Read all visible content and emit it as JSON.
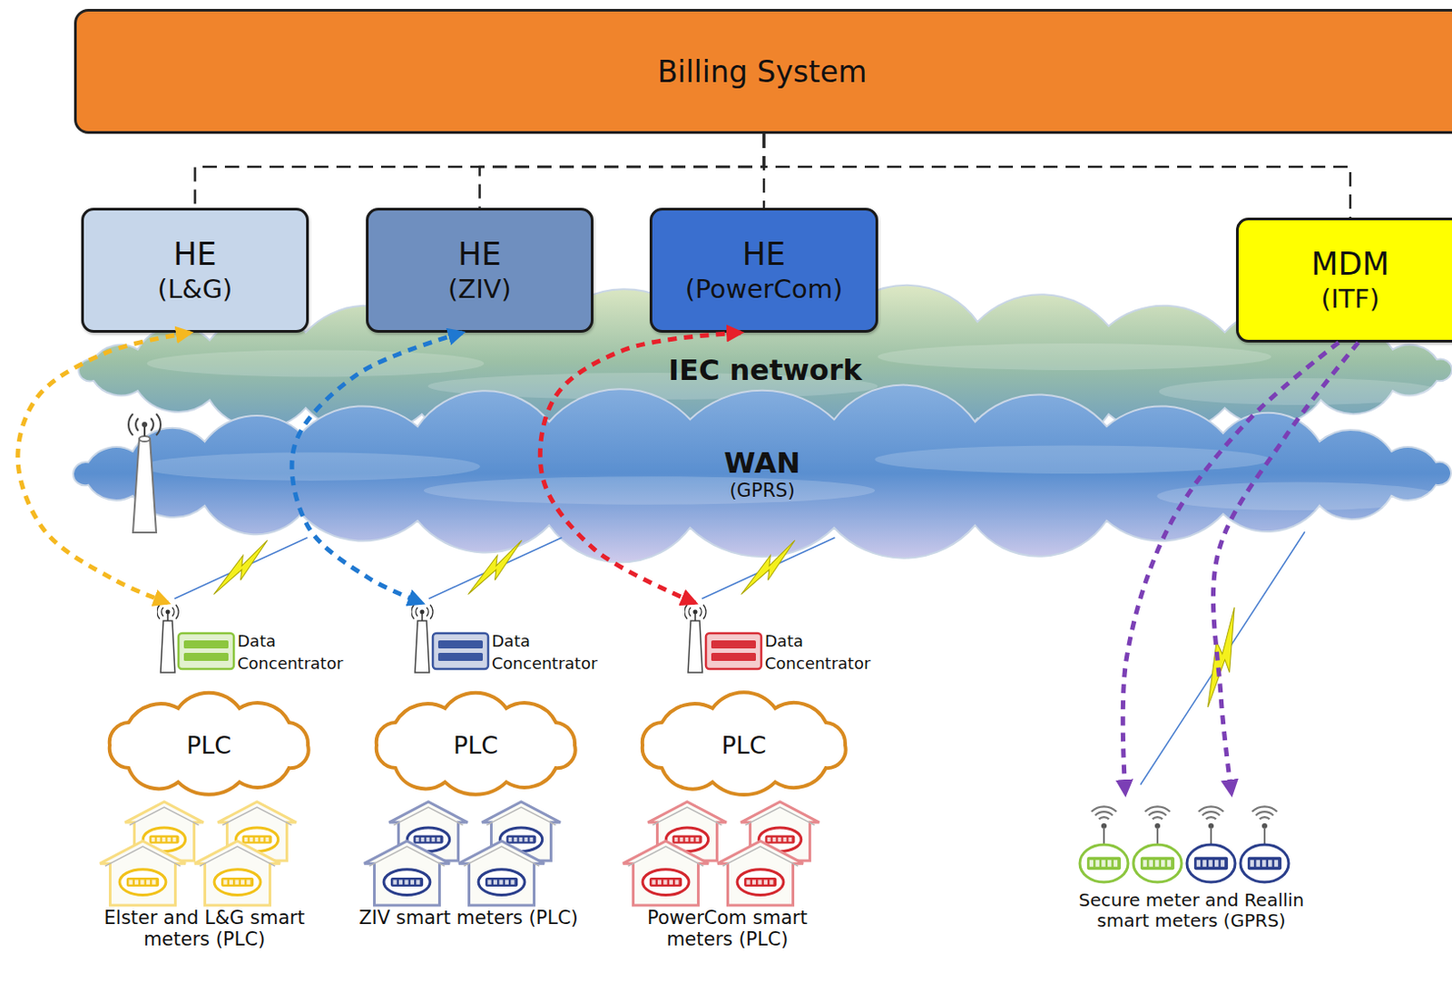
{
  "diagram": {
    "nodes": [
      {
        "text": [
          "Billing System"
        ]
      },
      {
        "text": [
          "HE",
          "(L&G)"
        ]
      },
      {
        "text": [
          "HE",
          "(ZIV)"
        ]
      },
      {
        "text": [
          "HE",
          "(PowerCom)"
        ]
      },
      {
        "text": [
          "MDM",
          "(ITF)"
        ]
      },
      {
        "text": [
          "IEC network"
        ]
      },
      {
        "text": [
          "WAN",
          "(GPRS)"
        ]
      },
      {
        "text": [
          "Data Concentrator"
        ]
      },
      {
        "text": [
          "PLC"
        ]
      },
      {
        "text": [
          "Elster and L&G smart meters (PLC)"
        ]
      },
      {
        "text": [
          "Data Concentrator"
        ]
      },
      {
        "text": [
          "PLC"
        ]
      },
      {
        "text": [
          "ZIV smart meters (PLC)"
        ]
      },
      {
        "text": [
          "Data Concentrator"
        ]
      },
      {
        "text": [
          "PLC"
        ]
      },
      {
        "text": [
          "PowerCom smart meters (PLC)"
        ]
      },
      {
        "text": [
          "Secure meter and Reallin smart meters (GPRS)"
        ]
      }
    ],
    "edges": [
      {
        "from": 0,
        "to": 1,
        "arrow": "none"
      },
      {
        "from": 0,
        "to": 2,
        "arrow": "none"
      },
      {
        "from": 0,
        "to": 3,
        "arrow": "none"
      },
      {
        "from": 0,
        "to": 4,
        "arrow": "none"
      },
      {
        "from": 1,
        "to": 7,
        "arrow": "both"
      },
      {
        "from": 2,
        "to": 10,
        "arrow": "both"
      },
      {
        "from": 3,
        "to": 13,
        "arrow": "both"
      },
      {
        "from": 4,
        "to": 16,
        "arrow": "to"
      },
      {
        "from": 4,
        "to": 16,
        "arrow": "to"
      }
    ]
  }
}
